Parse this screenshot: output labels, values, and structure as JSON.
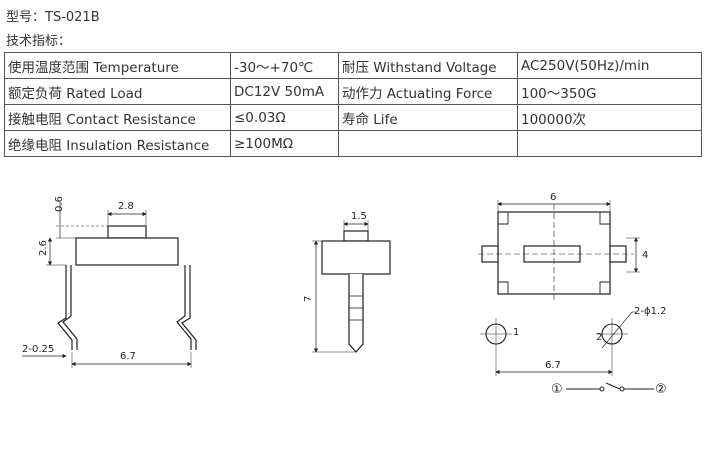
{
  "header": {
    "model": "型号：TS-021B",
    "spec_heading": "技术指标："
  },
  "specs": [
    [
      "使用温度范围 Temperature",
      "-30～+70℃",
      "耐压 Withstand Voltage",
      "AC250V(50Hz)/min"
    ],
    [
      "额定负荷 Rated Load",
      "DC12V 50mA",
      "动作力 Actuating Force",
      "100～350G"
    ],
    [
      "接触电阻 Contact Resistance",
      "≤0.03Ω",
      "寿命 Life",
      "100000次"
    ],
    [
      "绝缘电阻 Insulation Resistance",
      "≥100MΩ",
      "",
      ""
    ]
  ],
  "drawing": {
    "front": {
      "dim_top": "0.6",
      "dim_width": "2.8",
      "dim_height": "2.6",
      "dim_lead": "2-0.25",
      "dim_span": "6.7"
    },
    "side": {
      "dim_top": "1.5",
      "dim_height": "7"
    },
    "top": {
      "dim_width": "6",
      "dim_height": "4"
    },
    "pcb": {
      "hole_label": "2-ϕ1.2",
      "pin1": "1",
      "pin2": "2",
      "dim_span": "6.7"
    },
    "schematic": {
      "pin1": "①",
      "pin2": "②"
    }
  }
}
